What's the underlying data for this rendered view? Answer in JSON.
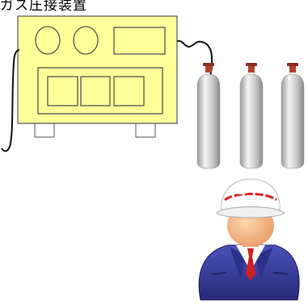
{
  "diagram": {
    "caption": "ガス圧接装置",
    "apparatus": {
      "name": "gas-pressure-welding-machine",
      "color": "#ffff99"
    },
    "cylinders": {
      "count": 3,
      "body_color": "#c8c8c8",
      "valve_color": "#b5402a"
    },
    "worker": {
      "helmet_color": "#ffffff",
      "helmet_stripe_color": "#e02020",
      "uniform_color": "#3a3f9c"
    }
  }
}
